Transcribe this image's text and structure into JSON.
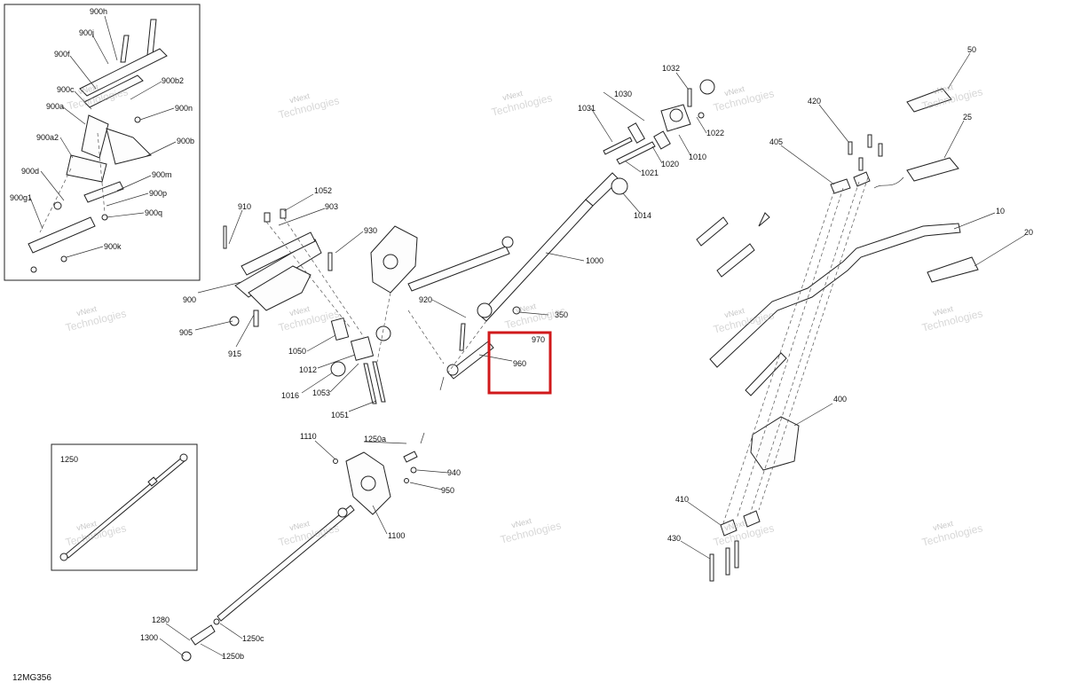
{
  "diagram_code": "12MG356",
  "watermark": {
    "line1": "vNext",
    "line2": "Technologies",
    "line_full": "vNext Technologies"
  },
  "highlight_color": "#d0191b",
  "inset_top": {
    "labels": [
      "900h",
      "900j",
      "900f",
      "900c",
      "900b2",
      "900a",
      "900n",
      "900a2",
      "900b",
      "900d",
      "900m",
      "900p",
      "900g1",
      "900q",
      "900k"
    ]
  },
  "inset_bottom": {
    "title": "1250"
  },
  "callouts": {
    "c1032": "1032",
    "c1030": "1030",
    "c1031": "1031",
    "c1022": "1022",
    "c1010": "1010",
    "c1020": "1020",
    "c1021": "1021",
    "c1014": "1014",
    "c1052": "1052",
    "c910": "910",
    "c903": "903",
    "c930": "930",
    "c900": "900",
    "c1000": "1000",
    "c920": "920",
    "c905": "905",
    "c915": "915",
    "c1050": "1050",
    "c1012": "1012",
    "c1016": "1016",
    "c1053": "1053",
    "c1051": "1051",
    "c350": "350",
    "c970": "970",
    "c960": "960",
    "c50": "50",
    "c420": "420",
    "c25": "25",
    "c405": "405",
    "c10": "10",
    "c20": "20",
    "c400": "400",
    "c410": "410",
    "c430": "430",
    "c1110": "1110",
    "c1250a": "1250a",
    "c940": "940",
    "c950": "950",
    "c1100": "1100",
    "c1280": "1280",
    "c1300": "1300",
    "c1250c": "1250c",
    "c1250b": "1250b"
  }
}
